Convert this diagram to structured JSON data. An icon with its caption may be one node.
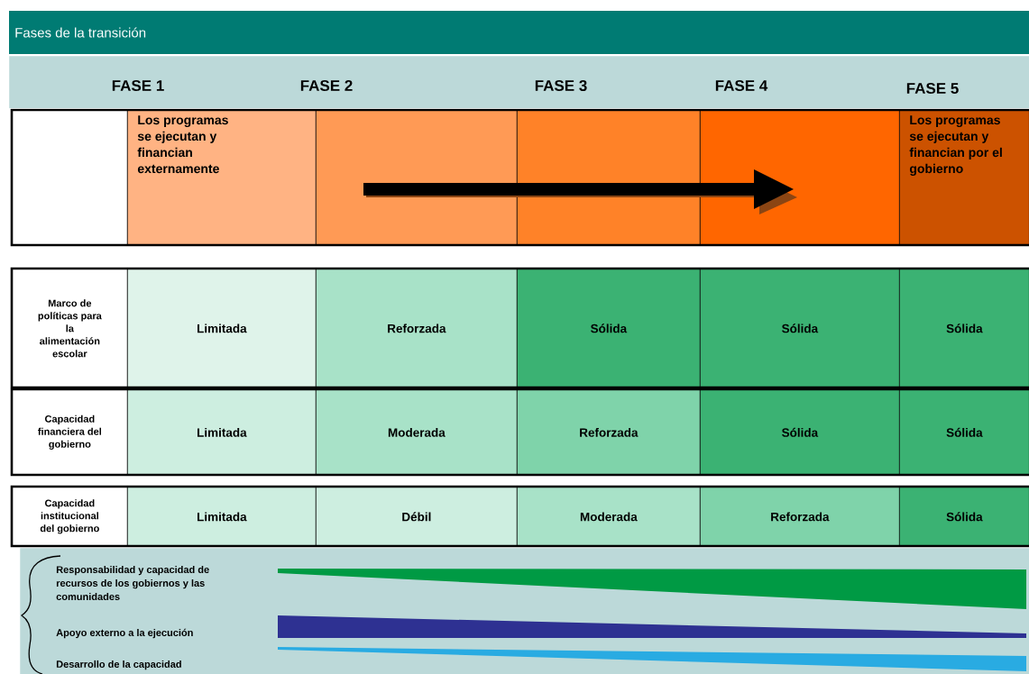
{
  "diagram": {
    "title": "Fases de la transición",
    "nodes": [
      {
        "text": [
          "FASE 1",
          "FASE 2",
          "FASE 3",
          "FASE 4",
          "FASE 5"
        ]
      },
      {
        "text": [],
        "shape": "box"
      },
      {
        "text": [
          "Los programas se ejecutan y financian externamente"
        ]
      },
      {
        "text": [],
        "shape": "box"
      },
      {
        "text": [],
        "shape": "box"
      },
      {
        "text": [],
        "shape": "box"
      },
      {
        "text": [
          "Los programas se ejecutan y financian por el gobierno"
        ]
      },
      {
        "text": [
          "Marco de políticas para la alimentación escolar"
        ]
      },
      {
        "text": [
          "Limitada"
        ]
      },
      {
        "text": [
          "Reforzada"
        ]
      },
      {
        "text": [
          "Sólida"
        ]
      },
      {
        "text": [
          "Sólida"
        ]
      },
      {
        "text": [
          "Sólida"
        ]
      },
      {
        "text": [
          "Capacidad financiera del gobierno"
        ]
      },
      {
        "text": [
          "Limitada"
        ]
      },
      {
        "text": [
          "Moderada"
        ]
      },
      {
        "text": [
          "Reforzada"
        ]
      },
      {
        "text": [
          "Sólida"
        ]
      },
      {
        "text": [
          "Sólida"
        ]
      },
      {
        "text": [
          "Capacidad institucional del gobierno"
        ]
      },
      {
        "text": [
          "Limitada"
        ]
      },
      {
        "text": [
          "Débil"
        ]
      },
      {
        "text": [
          "Moderada"
        ]
      },
      {
        "text": [
          "Reforzada"
        ]
      },
      {
        "text": [
          "Sólida"
        ]
      },
      {
        "text": [
          "Responsabilidad y capacidad de recursos de los gobiernos y las comunidades",
          "Apoyo externo a la ejecución",
          "Desarrollo de la capacidad"
        ]
      }
    ]
  }
}
